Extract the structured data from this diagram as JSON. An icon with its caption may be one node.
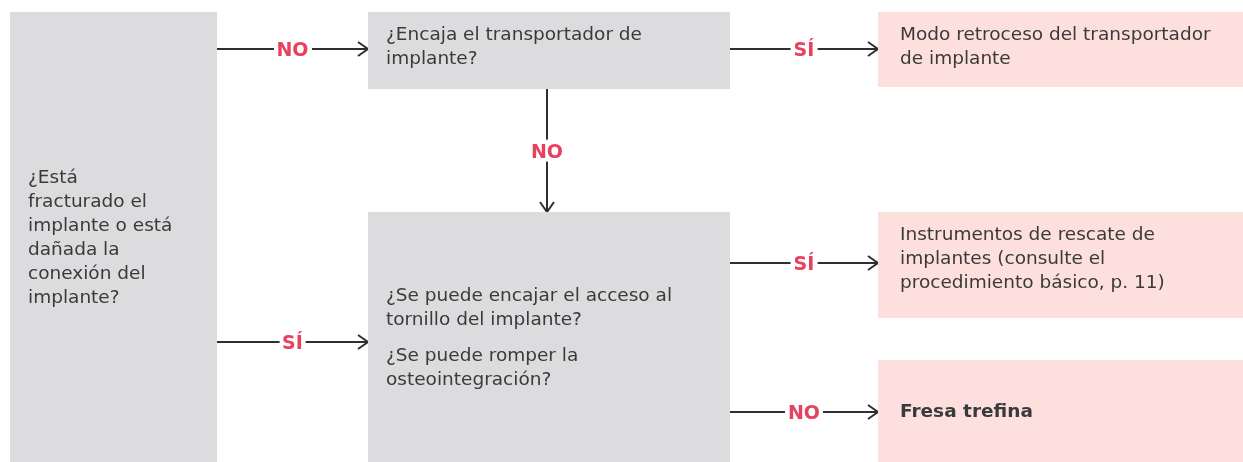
{
  "diagram": {
    "nodes": [
      {
        "text": [
          "¿Está fracturado el implante o está dañada la conexión del implante?"
        ]
      },
      {
        "text": [
          "¿Encaja el transportador de implante?"
        ]
      },
      {
        "text": [
          "Modo retroceso del transportador de implante"
        ]
      },
      {
        "text": [
          "¿Se puede encajar el acceso al tornillo del implante?",
          "¿Se puede romper la osteointegración?"
        ]
      },
      {
        "text": [
          "Instrumentos de rescate de implantes (consulte el procedimiento básico, p. 11)"
        ]
      },
      {
        "text": [
          "Fresa trefina"
        ]
      }
    ],
    "edges": [
      {
        "from": 0,
        "to": 1,
        "arrow": "to",
        "label": "NO"
      },
      {
        "from": 1,
        "to": 2,
        "arrow": "to",
        "label": "SÍ"
      },
      {
        "from": 1,
        "to": 3,
        "arrow": "to",
        "label": "NO"
      },
      {
        "from": 0,
        "to": 3,
        "arrow": "to",
        "label": "SÍ"
      },
      {
        "from": 3,
        "to": 4,
        "arrow": "to",
        "label": "SÍ"
      },
      {
        "from": 3,
        "to": 5,
        "arrow": "to",
        "label": "NO"
      }
    ]
  }
}
